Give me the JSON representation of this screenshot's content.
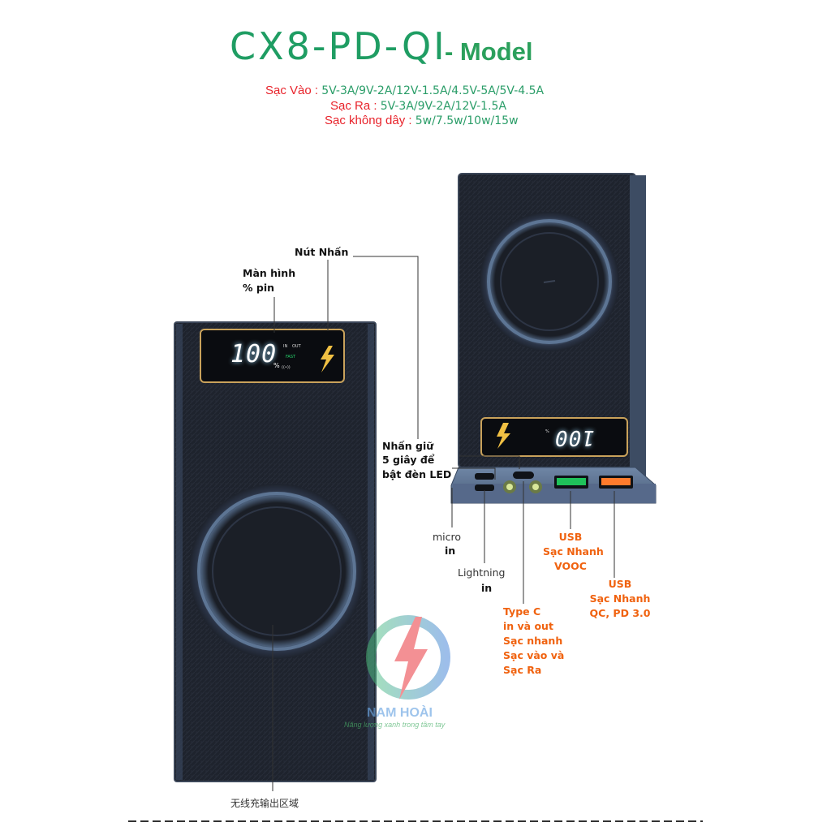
{
  "header": {
    "model": "CX8-PD-QI",
    "model_suffix": "- Model"
  },
  "specs": [
    {
      "label": "Sạc Vào",
      "sep": ":",
      "value": "5V-3A/9V-2A/12V-1.5A/4.5V-5A/5V-4.5A"
    },
    {
      "label": "Sạc Ra",
      "sep": ":",
      "value": "5V-3A/9V-2A/12V-1.5A"
    },
    {
      "label": "Sạc không dây",
      "sep": ":",
      "value": "5w/7.5w/10w/15w"
    }
  ],
  "display": {
    "digits": "100",
    "percent": "%",
    "in": "IN",
    "out": "OUT",
    "fast": "FAST",
    "wireless": "((•))"
  },
  "labels": {
    "button": "Nút Nhấn",
    "screen_line1": "Màn hình",
    "screen_line2": "% pin",
    "hold_line1": "Nhấn giữ",
    "hold_line2": "5 giây để",
    "hold_line3": "bật đèn LED",
    "micro_line1": "micro",
    "micro_line2": "in",
    "lightning_line1": "Lightning",
    "lightning_line2": "in",
    "typec": [
      "Type C",
      "in và out",
      "Sạc nhanh",
      "Sạc vào và",
      "Sạc Ra"
    ],
    "usb1": [
      "USB",
      "Sạc Nhanh",
      "VOOC"
    ],
    "usb2": [
      "USB",
      "Sạc Nhanh",
      "QC, PD 3.0"
    ],
    "wireless_area": "无线充输出区域"
  },
  "watermark": {
    "name": "NAM HOÀI",
    "slogan": "Năng lượng xanh trong tầm tay"
  },
  "colors": {
    "green": "#1f9d63",
    "red": "#e8232b",
    "orange": "#f0620f",
    "body": "#1d222c",
    "port_green": "#1fc25a",
    "port_orange": "#ff7b2c"
  }
}
